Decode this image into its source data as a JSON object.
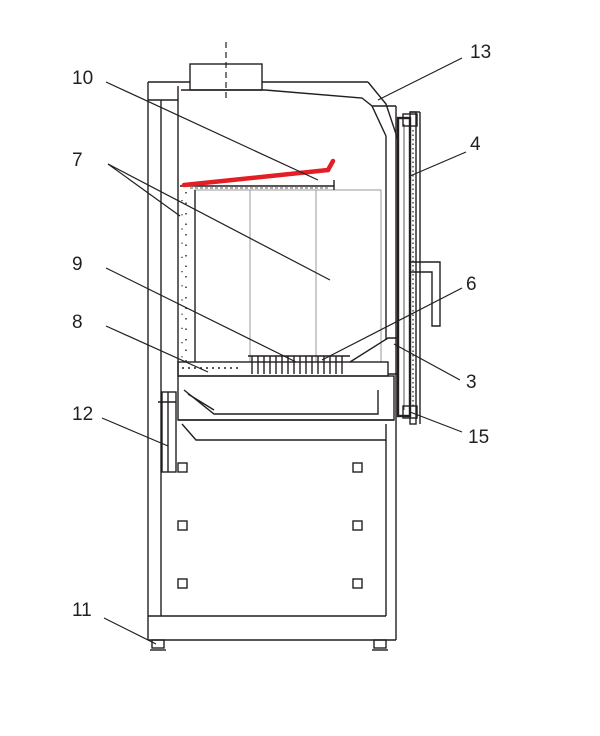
{
  "callouts": [
    {
      "id": "13",
      "text": "13"
    },
    {
      "id": "10",
      "text": "10"
    },
    {
      "id": "4",
      "text": "4"
    },
    {
      "id": "7",
      "text": "7"
    },
    {
      "id": "9",
      "text": "9"
    },
    {
      "id": "6",
      "text": "6"
    },
    {
      "id": "8",
      "text": "8"
    },
    {
      "id": "3",
      "text": "3"
    },
    {
      "id": "12",
      "text": "12"
    },
    {
      "id": "15",
      "text": "15"
    },
    {
      "id": "11",
      "text": "11"
    }
  ],
  "colors": {
    "line": "#231f20",
    "highlight": "#e31e24",
    "background": "#ffffff"
  }
}
